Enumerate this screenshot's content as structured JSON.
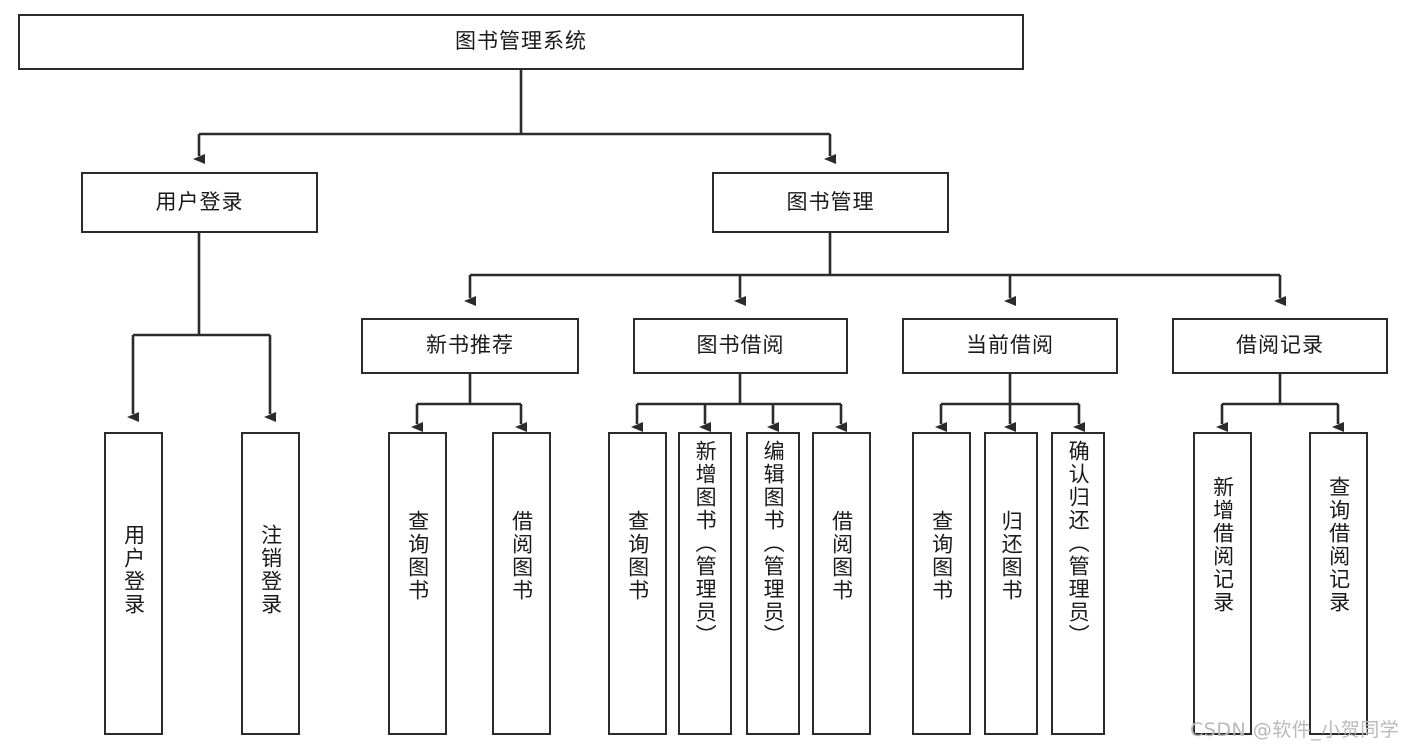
{
  "diagram": {
    "title": "图书管理系统",
    "type": "tree-hierarchy",
    "stroke_color": "#2b2b2b",
    "fill_color": "#ffffff",
    "text_color": "#1a1a1a"
  },
  "root": {
    "label": "图书管理系统"
  },
  "level2": [
    {
      "label": "用户登录"
    },
    {
      "label": "图书管理"
    }
  ],
  "level3": [
    {
      "label": "新书推荐"
    },
    {
      "label": "图书借阅"
    },
    {
      "label": "当前借阅"
    },
    {
      "label": "借阅记录"
    }
  ],
  "leaves": {
    "user_login": [
      {
        "label": "用户登录"
      },
      {
        "label": "注销登录"
      }
    ],
    "new_book": [
      {
        "label": "查询图书"
      },
      {
        "label": "借阅图书"
      }
    ],
    "book_borrow": [
      {
        "label": "查询图书"
      },
      {
        "label": "新增图书（管理员）"
      },
      {
        "label": "编辑图书（管理员）"
      },
      {
        "label": "借阅图书"
      }
    ],
    "current_borrow": [
      {
        "label": "查询图书"
      },
      {
        "label": "归还图书"
      },
      {
        "label": "确认归还（管理员）"
      }
    ],
    "borrow_record": [
      {
        "label": "新增借阅记录"
      },
      {
        "label": "查询借阅记录"
      }
    ]
  },
  "watermark": {
    "text": "CSDN @软件_小贺同学"
  }
}
